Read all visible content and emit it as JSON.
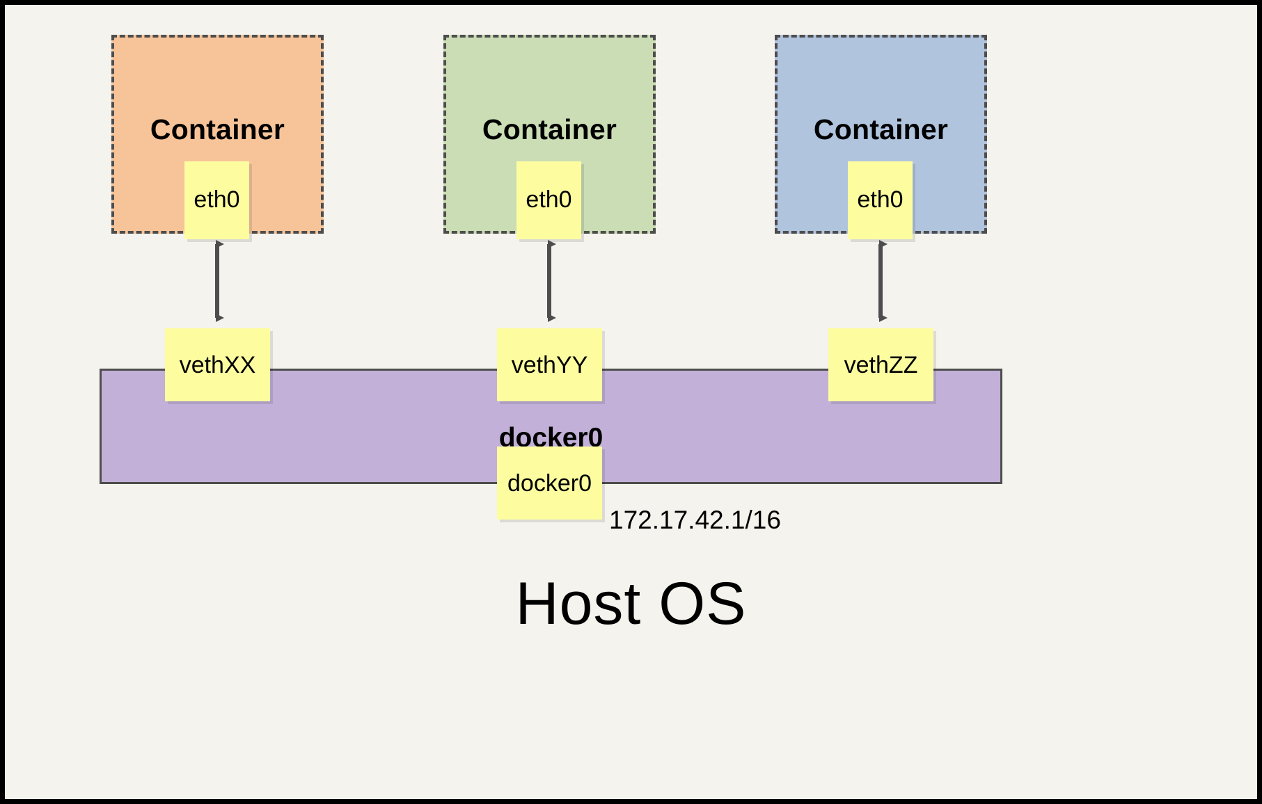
{
  "diagram": {
    "title": "Docker container networking via docker0 bridge",
    "background_color": "#f4f3ed",
    "frame_color": "#000000",
    "containers": [
      {
        "label": "Container",
        "fill_color": "#f7c49a",
        "border_color": "#4d4d4d",
        "interface": {
          "label": "eth0",
          "fill_color": "#fdfda0"
        },
        "veth": {
          "label": "vethXX",
          "fill_color": "#fdfda0"
        }
      },
      {
        "label": "Container",
        "fill_color": "#cbddb4",
        "border_color": "#4d4d4d",
        "interface": {
          "label": "eth0",
          "fill_color": "#fdfda0"
        },
        "veth": {
          "label": "vethYY",
          "fill_color": "#fdfda0"
        }
      },
      {
        "label": "Container",
        "fill_color": "#b0c4de",
        "border_color": "#4d4d4d",
        "interface": {
          "label": "eth0",
          "fill_color": "#fdfda0"
        },
        "veth": {
          "label": "vethZZ",
          "fill_color": "#fdfda0"
        }
      }
    ],
    "bridge": {
      "label": "docker0",
      "fill_color": "#c2b0d8",
      "border_color": "#4d4d4d",
      "interface": {
        "label": "docker0",
        "fill_color": "#fdfda0"
      },
      "ip_address": "172.17.42.1/16"
    },
    "host": {
      "label": "Host OS"
    },
    "arrow_color": "#4d4d4d"
  }
}
